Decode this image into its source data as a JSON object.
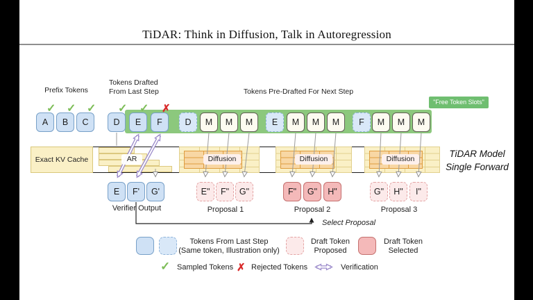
{
  "title": "TiDAR: Think in Diffusion, Talk in Autoregression",
  "labels": {
    "prefix_tokens": "Prefix Tokens",
    "tokens_drafted_1": "Tokens Drafted",
    "tokens_drafted_2": "From Last Step",
    "tokens_predrafted": "Tokens Pre-Drafted For Next Step",
    "free_token_slots": "\"Free Token Slots\"",
    "exact_kv_cache": "Exact KV Cache",
    "ar": "AR",
    "diffusion": "Diffusion",
    "model_note_1": "TiDAR Model",
    "model_note_2": "Single Forward",
    "verifier_output": "Verifier Output",
    "select_proposal": "Select Proposal"
  },
  "tokens": {
    "prefix": [
      "A",
      "B",
      "C"
    ],
    "drafted": [
      "D",
      "E",
      "F"
    ],
    "predrafted": {
      "anchors": [
        "D",
        "E",
        "F"
      ],
      "mask": "M"
    }
  },
  "outputs": {
    "verifier": [
      "E",
      "F'",
      "G'"
    ],
    "proposal1": {
      "label": "Proposal 1",
      "tokens": [
        "E\"",
        "F\"",
        "G\""
      ]
    },
    "proposal2": {
      "label": "Proposal 2",
      "tokens": [
        "F\"",
        "G\"",
        "H\""
      ]
    },
    "proposal3": {
      "label": "Proposal 3",
      "tokens": [
        "G\"",
        "H\"",
        "I\""
      ]
    }
  },
  "marks": {
    "check": "✓",
    "cross": "✗"
  },
  "legend": {
    "from_last_step_1": "Tokens From Last Step",
    "from_last_step_2": "(Same token, Illustration only)",
    "proposed_1": "Draft Token",
    "proposed_2": "Proposed",
    "selected_1": "Draft Token",
    "selected_2": "Selected",
    "sampled": "Sampled Tokens",
    "rejected": "Rejected Tokens",
    "verification": "Verification"
  },
  "colors": {
    "band_green": "#8cc87d",
    "badge_green": "#6fbe70",
    "token_blue": "#cfe1f5",
    "kv_yellow": "#faf0c6",
    "diffusion_orange": "#f8d7a4",
    "draft_pink": "#fceaea",
    "selected_pink": "#f4b9b9",
    "verify_purple": "#9c8bcb",
    "check_green": "#7dbd58",
    "reject_red": "#d92b2b"
  }
}
